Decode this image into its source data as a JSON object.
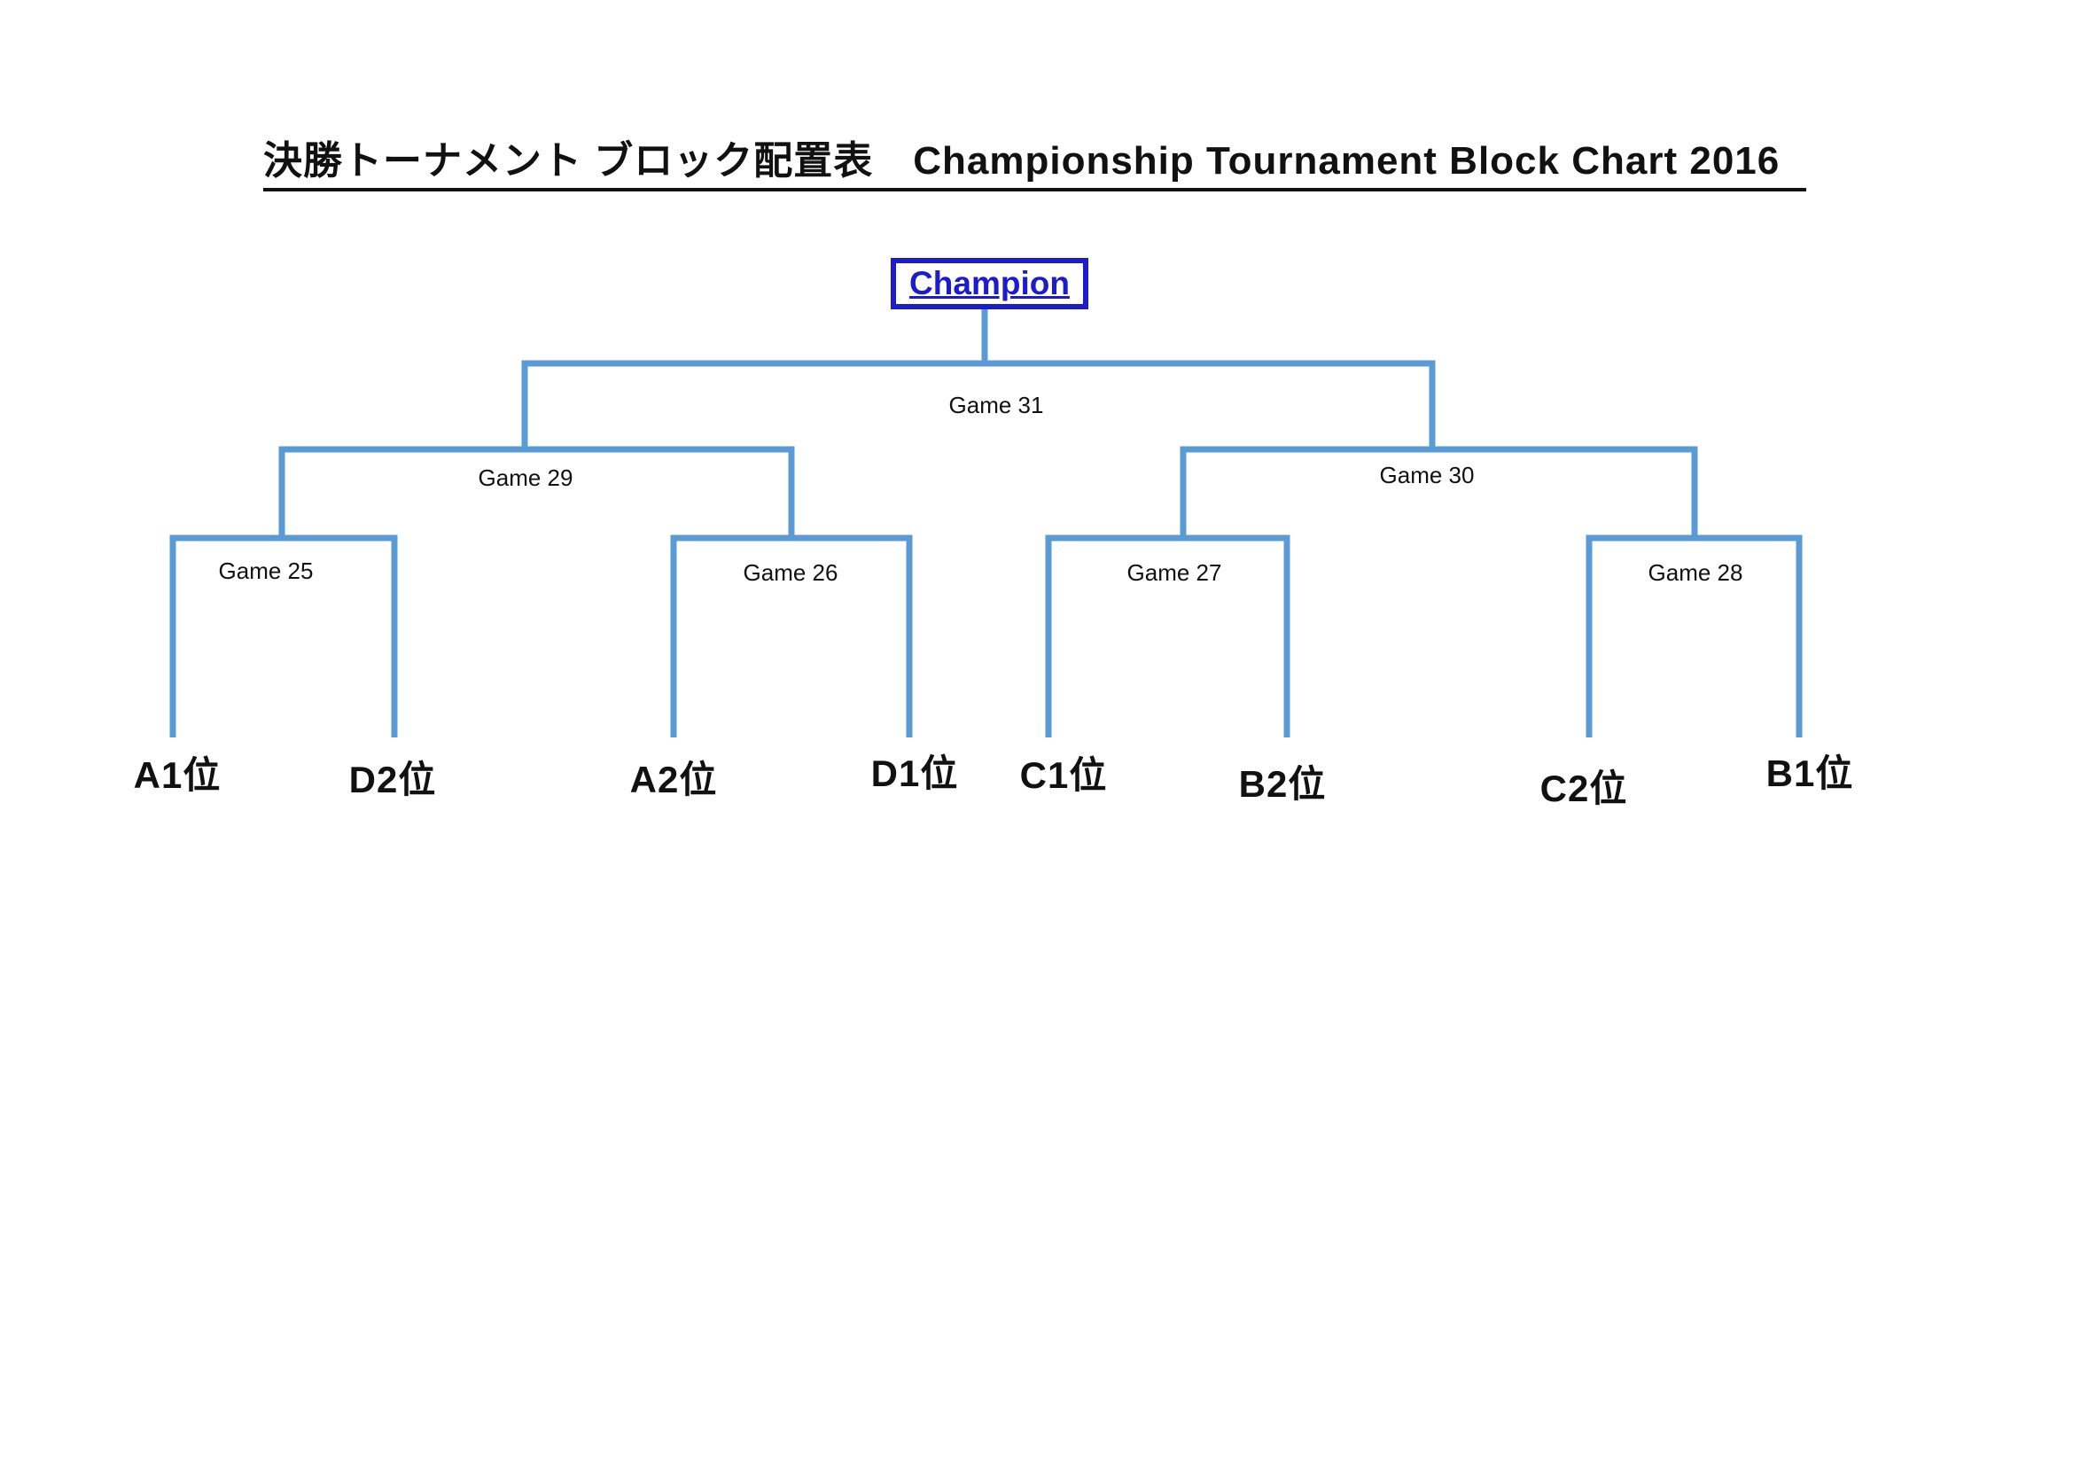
{
  "document": {
    "title": "決勝トーナメント ブロック配置表　Championship Tournament Block Chart 2016"
  },
  "colors": {
    "bracket_line": "#5b9bd5",
    "champion_blue": "#1c1ccd",
    "text": "#111111",
    "page_background": "#ffffff"
  },
  "bracket": {
    "champion_label": "Champion",
    "seeds": [
      "A1位",
      "D2位",
      "A2位",
      "D1位",
      "C1位",
      "B2位",
      "C2位",
      "B1位"
    ],
    "games": [
      {
        "label": "Game 25",
        "round": "quarterfinal",
        "slots": [
          "A1位",
          "D2位"
        ]
      },
      {
        "label": "Game 26",
        "round": "quarterfinal",
        "slots": [
          "A2位",
          "D1位"
        ]
      },
      {
        "label": "Game 27",
        "round": "quarterfinal",
        "slots": [
          "C1位",
          "B2位"
        ]
      },
      {
        "label": "Game 28",
        "round": "quarterfinal",
        "slots": [
          "C2位",
          "B1位"
        ]
      },
      {
        "label": "Game 29",
        "round": "semifinal",
        "feeds_from": [
          "Game 25",
          "Game 26"
        ]
      },
      {
        "label": "Game 30",
        "round": "semifinal",
        "feeds_from": [
          "Game 27",
          "Game 28"
        ]
      },
      {
        "label": "Game 31",
        "round": "final",
        "feeds_from": [
          "Game 29",
          "Game 30"
        ],
        "winner_slot": "Champion"
      }
    ]
  }
}
